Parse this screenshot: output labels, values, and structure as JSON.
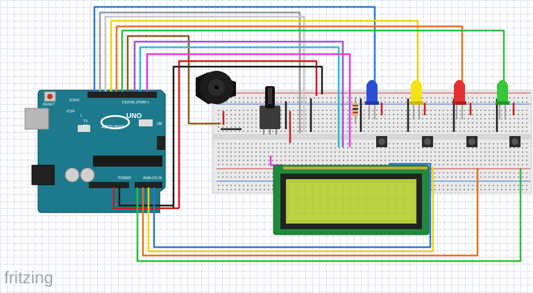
{
  "watermark": "fritzing",
  "arduino": {
    "brand": "ARDUINO",
    "model": "UNO",
    "reset_label": "RESET",
    "icsp_label": "ICSP",
    "icsp2_label": "ICSP2",
    "tx_label": "TX",
    "rx_label": "RX",
    "on_label": "ON",
    "l_label": "L",
    "digital_label": "DIGITAL (PWM~)",
    "power_label": "POWER",
    "analog_label": "ANALOG IN"
  },
  "colors": {
    "wire_blue": "#2f74d0",
    "wire_gray": "#9a9a9a",
    "wire_yellow": "#f2d400",
    "wire_orange": "#e3731e",
    "wire_green": "#2ebd38",
    "wire_brown": "#8a5a1e",
    "wire_purple": "#9a55c9",
    "wire_cyan": "#25c1cf",
    "wire_magenta": "#e23ad9",
    "wire_red": "#cc1a1a",
    "wire_black": "#1a1a1a",
    "board": "#1d7a8c",
    "lcd_screen": "#b4cc3c"
  },
  "components": {
    "leds": [
      "blue",
      "yellow",
      "red",
      "green"
    ],
    "pushbuttons": 4,
    "potentiometer": 1,
    "buzzer": 1,
    "lcd": "16x2",
    "resistor": 1
  }
}
